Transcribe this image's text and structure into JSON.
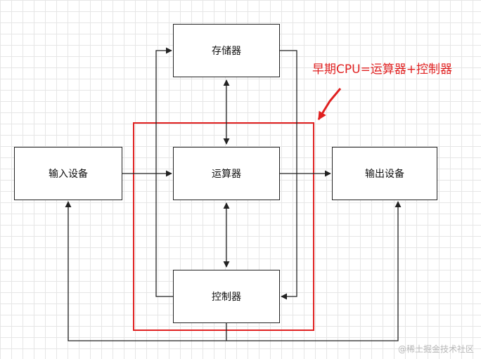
{
  "boxes": {
    "memory": "存储器",
    "alu": "运算器",
    "control": "控制器",
    "input": "输入设备",
    "output": "输出设备"
  },
  "annotation": "早期CPU=运算器+控制器",
  "watermark": "@稀土掘金技术社区",
  "colors": {
    "line": "#222222",
    "highlight": "#e02020",
    "grid": "#e6e6e6"
  }
}
